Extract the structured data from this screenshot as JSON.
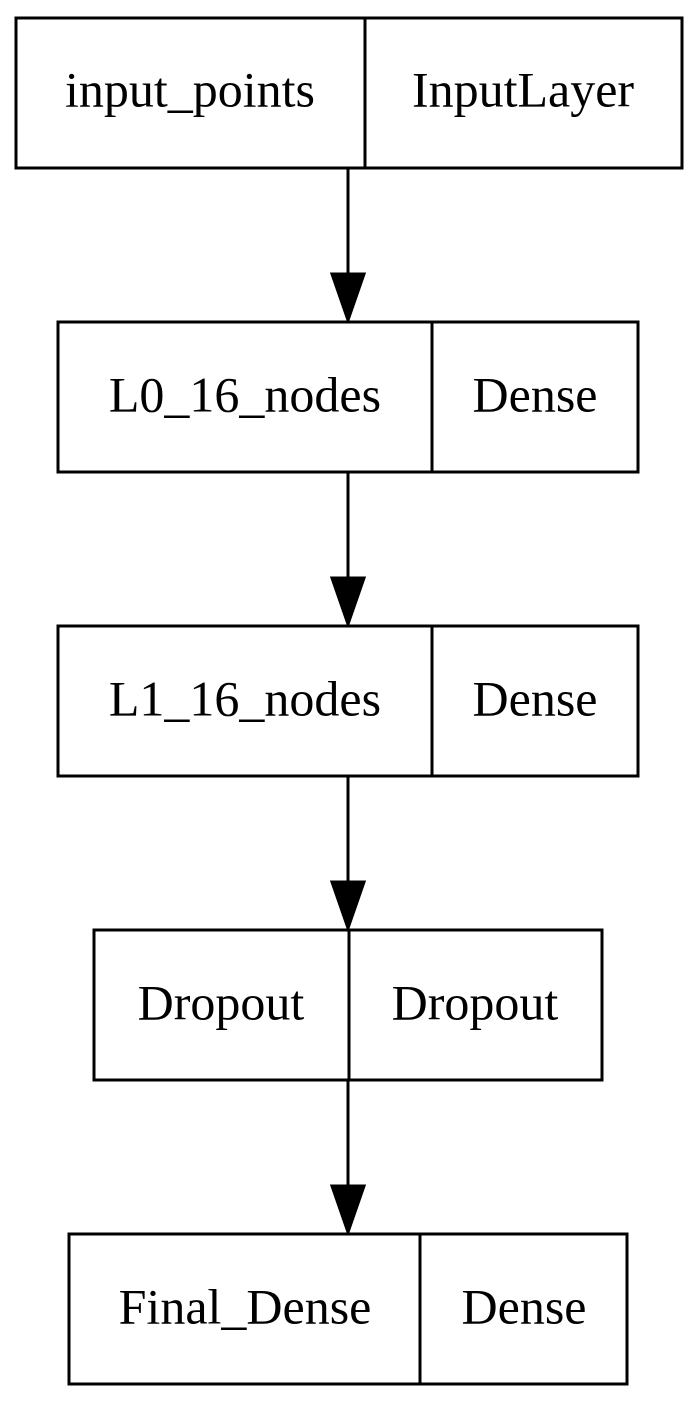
{
  "model_graph": {
    "layers": [
      {
        "name": "input_points",
        "type": "InputLayer"
      },
      {
        "name": "L0_16_nodes",
        "type": "Dense"
      },
      {
        "name": "L1_16_nodes",
        "type": "Dense"
      },
      {
        "name": "Dropout",
        "type": "Dropout"
      },
      {
        "name": "Final_Dense",
        "type": "Dense"
      }
    ],
    "edges": [
      {
        "from": "input_points",
        "to": "L0_16_nodes"
      },
      {
        "from": "L0_16_nodes",
        "to": "L1_16_nodes"
      },
      {
        "from": "L1_16_nodes",
        "to": "Dropout"
      },
      {
        "from": "Dropout",
        "to": "Final_Dense"
      }
    ]
  }
}
